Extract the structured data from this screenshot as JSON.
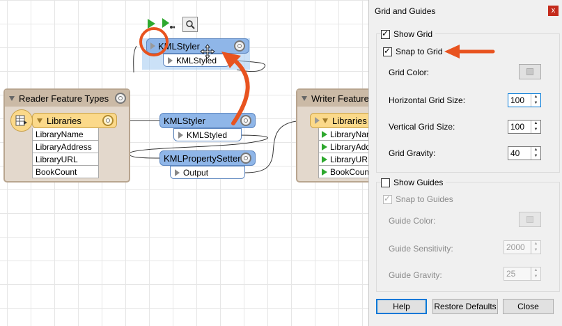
{
  "canvas": {
    "toolbar": {
      "run_icon": "run-icon",
      "run_to_icon": "run-to-this-icon",
      "inspect_icon": "inspect-icon"
    },
    "kmlstyler_top": {
      "name": "KMLStyler",
      "port": "KMLStyled"
    },
    "reader_bookmark": {
      "title": "Reader Feature Types"
    },
    "reader": {
      "name": "Libraries",
      "attributes": [
        "LibraryName",
        "LibraryAddress",
        "LibraryURL",
        "BookCount"
      ]
    },
    "kmlstyler": {
      "name": "KMLStyler",
      "port": "KMLStyled"
    },
    "kmlpropertysetter": {
      "name": "KMLPropertySetter",
      "port": "Output"
    },
    "writer_bookmark": {
      "title": "Writer Feature T"
    },
    "writer": {
      "name": "Libraries",
      "attributes": [
        "LibraryNam",
        "LibraryAddr",
        "LibraryURL",
        "BookCount"
      ]
    }
  },
  "dialog": {
    "title": "Grid and Guides",
    "close_label": "x",
    "show_grid": {
      "label": "Show Grid",
      "checked": true
    },
    "snap_to_grid": {
      "label": "Snap to Grid",
      "checked": true
    },
    "grid_color_label": "Grid Color:",
    "horizontal_grid_size": {
      "label": "Horizontal Grid Size:",
      "value": "100"
    },
    "vertical_grid_size": {
      "label": "Vertical Grid Size:",
      "value": "100"
    },
    "grid_gravity": {
      "label": "Grid Gravity:",
      "value": "40"
    },
    "show_guides": {
      "label": "Show Guides",
      "checked": false
    },
    "snap_to_guides": {
      "label": "Snap to Guides",
      "checked": true
    },
    "guide_color_label": "Guide Color:",
    "guide_sensitivity": {
      "label": "Guide Sensitivity:",
      "value": "2000"
    },
    "guide_gravity": {
      "label": "Guide Gravity:",
      "value": "25"
    },
    "buttons": {
      "help": "Help",
      "restore": "Restore Defaults",
      "close": "Close"
    }
  },
  "colors": {
    "annotation": "#e8531f",
    "transformer": "#8fb6e8",
    "feature_type": "#fbd98a",
    "bookmark": "#e3d8cc"
  }
}
